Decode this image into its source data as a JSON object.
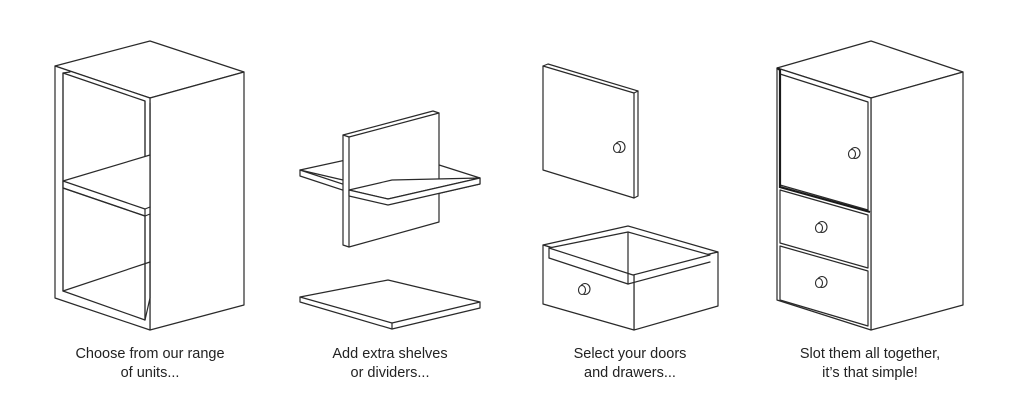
{
  "steps": [
    {
      "line1": "Choose from our range",
      "line2": "of units..."
    },
    {
      "line1": "Add extra shelves",
      "line2": "or dividers..."
    },
    {
      "line1": "Select your doors",
      "line2": "and drawers..."
    },
    {
      "line1": "Slot them all together,",
      "line2": "it’s that simple!"
    }
  ]
}
